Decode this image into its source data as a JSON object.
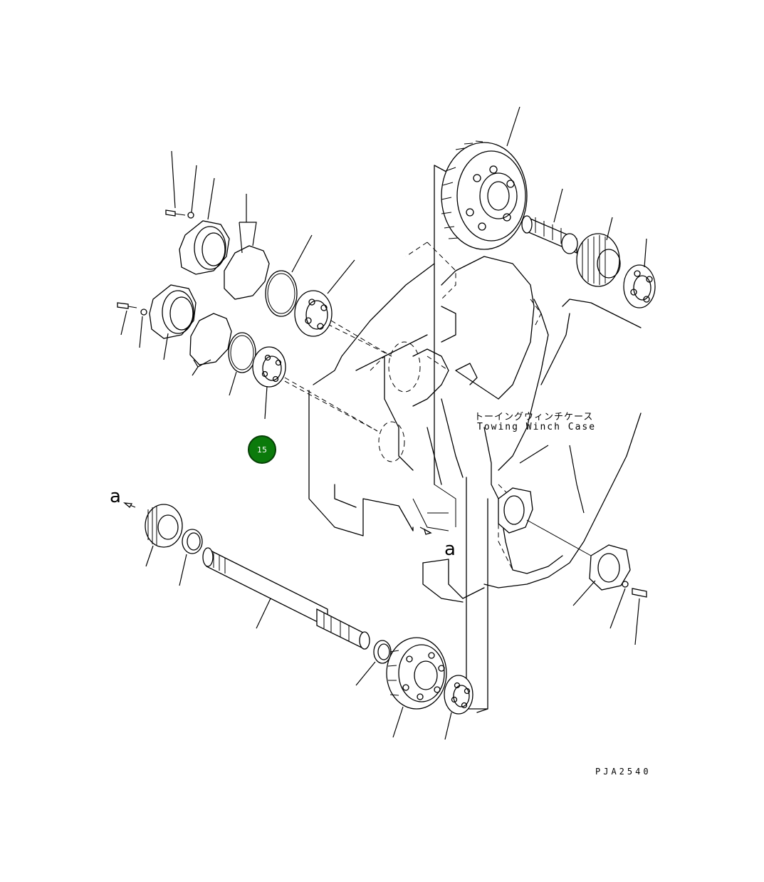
{
  "diagram": {
    "case_label_jp": "トーイングウィンチケース",
    "case_label_en": "Towing Winch Case",
    "ref_mark_left": "a",
    "ref_mark_right": "a",
    "drawing_code": "PJA2540"
  },
  "callouts": [
    {
      "number": "15",
      "color": "#0b7a0b"
    }
  ]
}
